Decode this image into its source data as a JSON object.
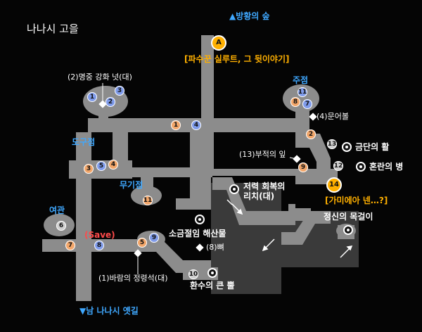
{
  "map_title": "나나시 고을",
  "exits": {
    "north": "▲방황의 숲",
    "south": "▼남 나나시 옛길"
  },
  "areas": {
    "shop_tools": "도구점",
    "shop_weapons": "무기점",
    "inn": "여관",
    "tavern": "주점",
    "save": "(Save)"
  },
  "event_labels": {
    "event_a": "[파수꾼 실루트, 그 뒷이야기]",
    "event_14": "[가미에아 넨…?]"
  },
  "marker_a": "A",
  "treasure_labels": {
    "t2": "(2)명중 강화 넛(대)",
    "t4": "(4)문어볼",
    "t13": "(13)부적의 잎",
    "t8": "(8)뼈",
    "t1": "(1)바람의 정령석(대)"
  },
  "item_labels": {
    "golden_bow": "금단의 활",
    "chaos_bottle": "혼란의 병",
    "stamina_leech": "저력 회복의 리치(대)",
    "mental_necklace": "정신의 목걸이",
    "salt_potion": "소금절임 해산물",
    "summon_horn": "환수의 큰 뿔"
  },
  "numbers": {
    "n1": "1",
    "n2": "2",
    "n3": "3",
    "n4": "4",
    "n5": "5",
    "n6": "6",
    "n7": "7",
    "n8": "8",
    "n9": "9",
    "n10": "10",
    "n11": "11",
    "n12": "12",
    "n13": "13",
    "n14": "14"
  },
  "colors": {
    "path": "#8c8c8c",
    "dark_area": "#3a3a3a",
    "blue_label": "#3fa8ff",
    "orange_label": "#ffb000",
    "red_label": "#ff4a4a"
  }
}
